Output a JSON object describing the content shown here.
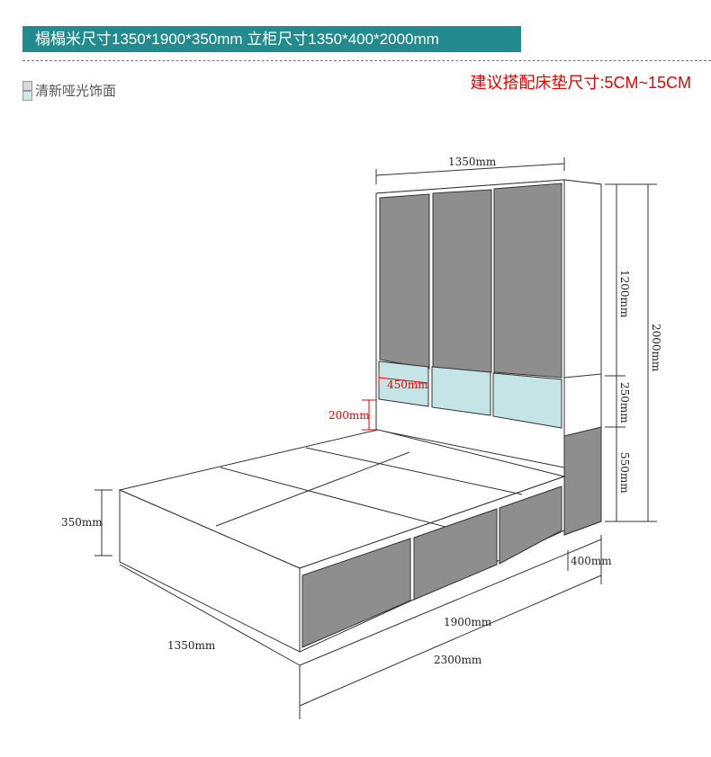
{
  "header": {
    "title": "榻榻米尺寸1350*1900*350mm  立柜尺寸1350*400*2000mm"
  },
  "legend": {
    "label": "清新哑光饰面",
    "swatches": [
      "#d9d9d9",
      "#cfe9e8"
    ]
  },
  "note": "建议搭配床垫尺寸:5CM~15CM",
  "dimensions": {
    "cabinet_width": "1350mm",
    "upper": "1200mm",
    "total_height": "2000mm",
    "shelf": "250mm",
    "lower": "550mm",
    "shelf_width": "450mm",
    "headboard": "200mm",
    "bed_height": "350mm",
    "depth": "400mm",
    "bed_width": "1350mm",
    "bed_length": "1900mm",
    "total_length": "2300mm"
  },
  "colors": {
    "banner": "#238b8d",
    "door": "#8e8e8e",
    "shelf": "#c4e4e6",
    "note": "#e00000"
  }
}
